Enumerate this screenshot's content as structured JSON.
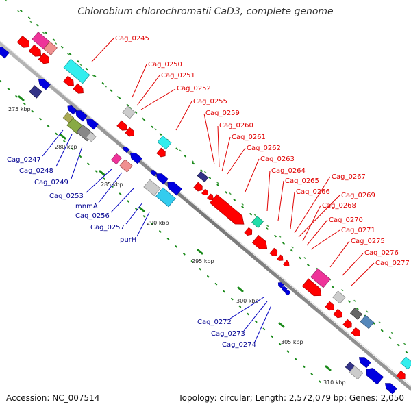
{
  "title": "Chlorobium chlorochromatii CaD3, complete genome",
  "footer": {
    "accession": "Accession: NC_007514",
    "stats": "Topology: circular; Length: 2,572,079 bp; Genes: 2,050"
  },
  "colors": {
    "red": "#ff0000",
    "blue": "#0000e0",
    "cyan": "#33ccee",
    "magenta": "#ee3399",
    "salmon": "#f09090",
    "olive": "#88aa44",
    "gray": "#999999",
    "lightgray": "#cccccc",
    "navy": "#333388",
    "teal": "#22ddaa",
    "steel": "#5588bb"
  },
  "labels_forward": [
    "Cag_0245",
    "Cag_0250",
    "Cag_0251",
    "Cag_0252",
    "Cag_0255",
    "Cag_0259",
    "Cag_0260",
    "Cag_0261",
    "Cag_0262",
    "Cag_0263",
    "Cag_0264",
    "Cag_0265",
    "Cag_0266",
    "Cag_0267",
    "Cag_0269",
    "Cag_0268",
    "Cag_0270",
    "Cag_0271",
    "Cag_0275",
    "Cag_0276",
    "Cag_0277"
  ],
  "labels_reverse": [
    "Cag_0247",
    "Cag_0248",
    "Cag_0249",
    "Cag_0253",
    "mnmA",
    "Cag_0256",
    "Cag_0257",
    "purH",
    "Cag_0272",
    "Cag_0273",
    "Cag_0274"
  ],
  "kbp_ticks": [
    "275 kbp",
    "280 kbp",
    "285 kbp",
    "290 kbp",
    "295 kbp",
    "300 kbp",
    "305 kbp",
    "310 kbp"
  ]
}
